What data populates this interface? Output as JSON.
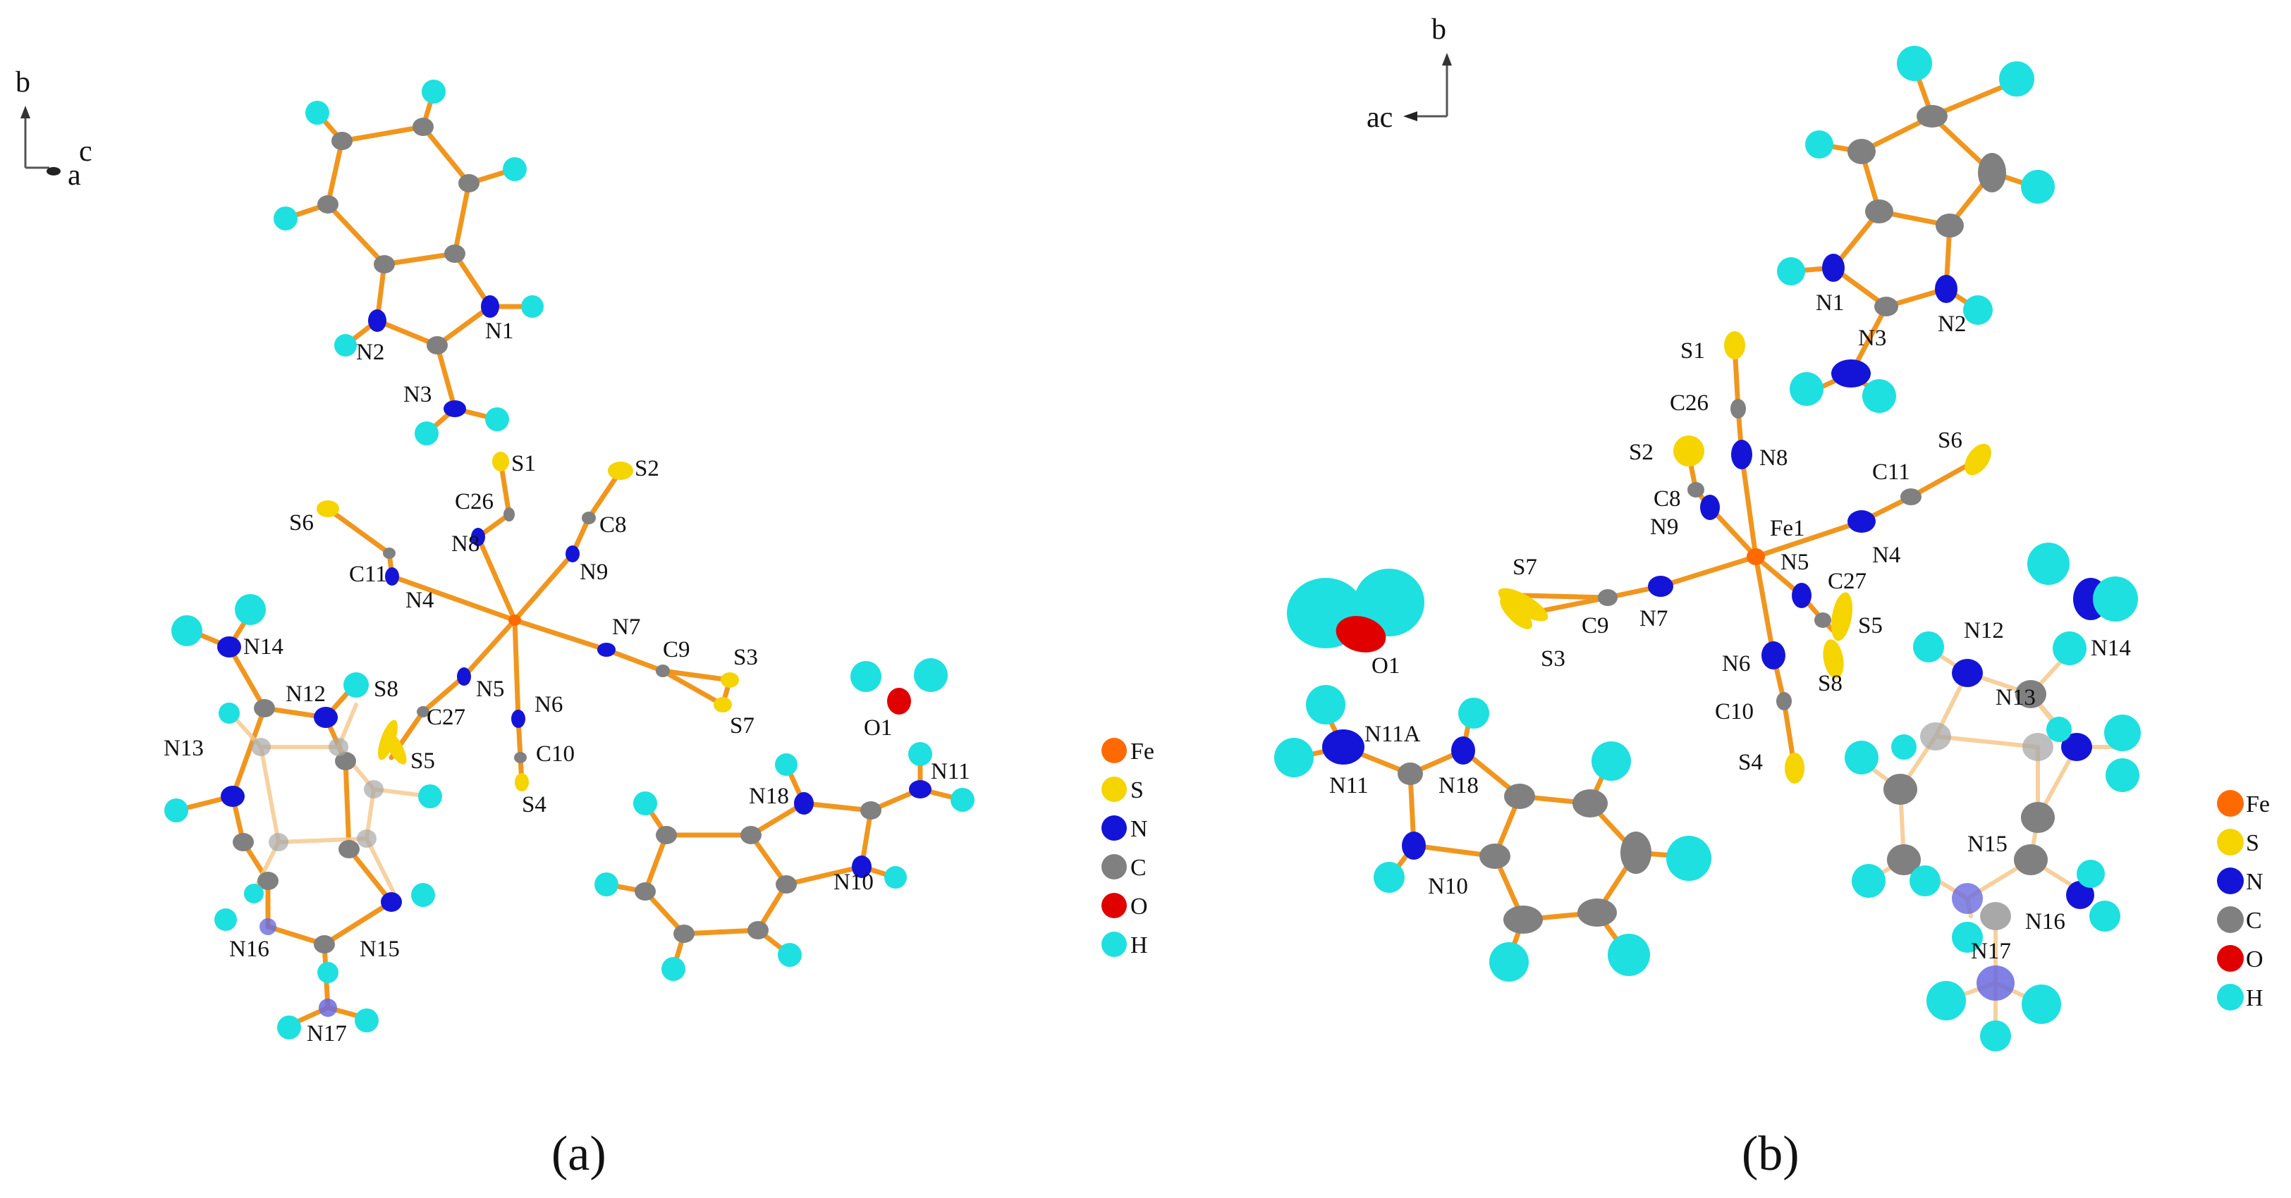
{
  "colors": {
    "Fe": "#ff6a00",
    "S": "#f5d400",
    "N": "#1414d8",
    "C": "#808080",
    "O": "#e00000",
    "H": "#1ee0e0",
    "bond": "#f0961e",
    "bond_dark": "#c8781e"
  },
  "legend": {
    "items": [
      {
        "element": "Fe",
        "label": "Fe"
      },
      {
        "element": "S",
        "label": "S"
      },
      {
        "element": "N",
        "label": "N"
      },
      {
        "element": "C",
        "label": "C"
      },
      {
        "element": "O",
        "label": "O"
      },
      {
        "element": "H",
        "label": "H"
      }
    ]
  },
  "panels": {
    "a": {
      "caption": "(a)",
      "axes": {
        "b": "b",
        "c": "c",
        "a": "a"
      },
      "atom_labels": [
        "N1",
        "N2",
        "N3",
        "S1",
        "S2",
        "C26",
        "C8",
        "S6",
        "N8",
        "N9",
        "C11",
        "N4",
        "N7",
        "C9",
        "S3",
        "S7",
        "N5",
        "N6",
        "C27",
        "S8",
        "S5",
        "C10",
        "S4",
        "N14",
        "N12",
        "N13",
        "N16",
        "N15",
        "N17",
        "O1",
        "N18",
        "N11",
        "N10"
      ]
    },
    "b": {
      "caption": "(b)",
      "axes": {
        "b": "b",
        "ac": "ac"
      },
      "atom_labels": [
        "N1",
        "N3",
        "N2",
        "S1",
        "C26",
        "N8",
        "S2",
        "C8",
        "N9",
        "C11",
        "S6",
        "Fe1",
        "N4",
        "N5",
        "C27",
        "S7",
        "C9",
        "N7",
        "S3",
        "S5",
        "S8",
        "N6",
        "C10",
        "S4",
        "O1",
        "N11A",
        "N11",
        "N18",
        "N10",
        "N12",
        "N14",
        "N13",
        "N15",
        "N16",
        "N17"
      ]
    }
  }
}
